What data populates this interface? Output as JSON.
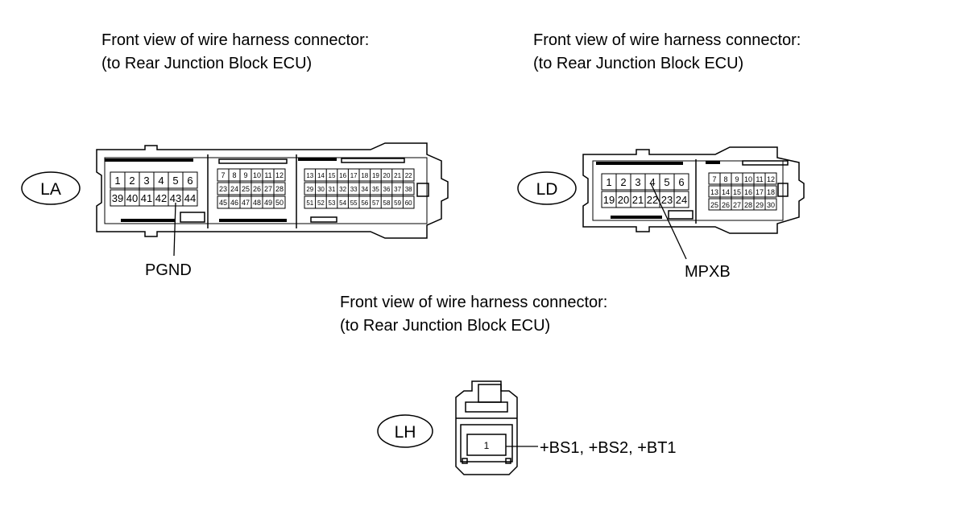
{
  "connectors": [
    {
      "id": "LA",
      "caption_line1": "Front view of wire harness connector:",
      "caption_line2": "(to Rear Junction Block ECU)",
      "label": "LA",
      "signal": "PGND",
      "cavities": {
        "left": {
          "row1": [
            "1",
            "2",
            "3",
            "4",
            "5",
            "6"
          ],
          "row2": [
            "39",
            "40",
            "41",
            "42",
            "43",
            "44"
          ]
        },
        "middle": {
          "row1": [
            "7",
            "8",
            "9",
            "10",
            "11",
            "12"
          ],
          "row2": [
            "23",
            "24",
            "25",
            "26",
            "27",
            "28"
          ],
          "row3": [
            "45",
            "46",
            "47",
            "48",
            "49",
            "50"
          ]
        },
        "right": {
          "row1": [
            "13",
            "14",
            "15",
            "16",
            "17",
            "18",
            "19",
            "20",
            "21",
            "22"
          ],
          "row2": [
            "29",
            "30",
            "31",
            "32",
            "33",
            "34",
            "35",
            "36",
            "37",
            "38"
          ],
          "row3": [
            "51",
            "52",
            "53",
            "54",
            "55",
            "56",
            "57",
            "58",
            "59",
            "60"
          ]
        }
      }
    },
    {
      "id": "LD",
      "caption_line1": "Front view of wire harness connector:",
      "caption_line2": "(to Rear Junction Block ECU)",
      "label": "LD",
      "signal": "MPXB",
      "cavities": {
        "left": {
          "row1": [
            "1",
            "2",
            "3",
            "4",
            "5",
            "6"
          ],
          "row2": [
            "19",
            "20",
            "21",
            "22",
            "23",
            "24"
          ]
        },
        "right": {
          "row1": [
            "7",
            "8",
            "9",
            "10",
            "11",
            "12"
          ],
          "row2": [
            "13",
            "14",
            "15",
            "16",
            "17",
            "18"
          ],
          "row3": [
            "25",
            "26",
            "27",
            "28",
            "29",
            "30"
          ]
        }
      }
    },
    {
      "id": "LH",
      "caption_line1": "Front view of wire harness connector:",
      "caption_line2": "(to Rear Junction Block ECU)",
      "label": "LH",
      "signal": "+BS1, +BS2, +BT1",
      "cavities": {
        "single": [
          "1"
        ]
      }
    }
  ]
}
